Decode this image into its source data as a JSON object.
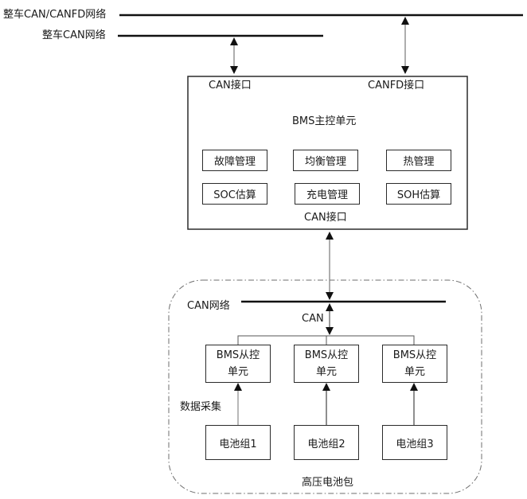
{
  "networks": {
    "vehicle_can_canfd": "整车CAN/CANFD网络",
    "vehicle_can": "整车CAN网络",
    "pack_can": "CAN网络"
  },
  "master": {
    "title": "BMS主控单元",
    "can_interface_top": "CAN接口",
    "canfd_interface": "CANFD接口",
    "can_interface_bottom": "CAN接口",
    "functions": [
      "故障管理",
      "均衡管理",
      "热管理",
      "SOC估算",
      "充电管理",
      "SOH估算"
    ]
  },
  "pack": {
    "title": "高压电池包",
    "can_link_label": "CAN",
    "data_collection_label": "数据采集",
    "slaves": [
      {
        "line1": "BMS从控",
        "line2": "单元"
      },
      {
        "line1": "BMS从控",
        "line2": "单元"
      },
      {
        "line1": "BMS从控",
        "line2": "单元"
      }
    ],
    "batteries": [
      "电池组1",
      "电池组2",
      "电池组3"
    ]
  },
  "colors": {
    "line": "#1a1a1a",
    "connector": "#7a7a7a",
    "dashed_outline": "#6e6e6e"
  }
}
